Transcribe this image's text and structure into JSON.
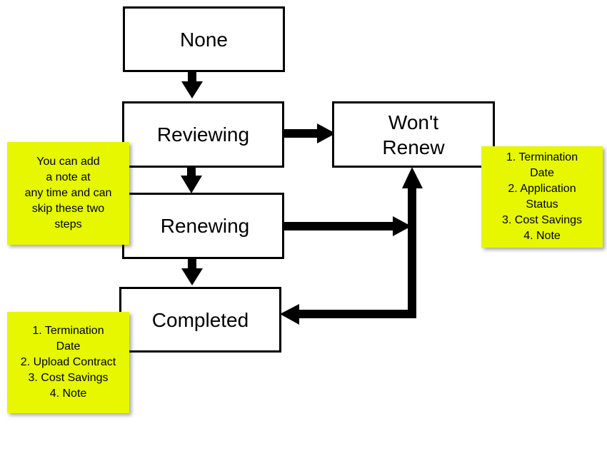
{
  "nodes": {
    "none": "None",
    "reviewing": "Reviewing",
    "wont_renew_line1": "Won't",
    "wont_renew_line2": "Renew",
    "renewing": "Renewing",
    "completed": "Completed"
  },
  "notes": {
    "skip_steps": {
      "lines": [
        "You can add",
        "a note at",
        "any time and can",
        "skip these two",
        "steps"
      ]
    },
    "wont_renew": {
      "lines": [
        "1. Termination",
        "Date",
        "2. Application",
        "Status",
        "3. Cost Savings",
        "4. Note"
      ]
    },
    "completed": {
      "lines": [
        "1. Termination",
        "Date",
        "2. Upload Contract",
        "3. Cost Savings",
        "4. Note"
      ]
    }
  },
  "colors": {
    "note_background": "#e6f700",
    "box_border": "#000000",
    "arrow": "#000000"
  }
}
